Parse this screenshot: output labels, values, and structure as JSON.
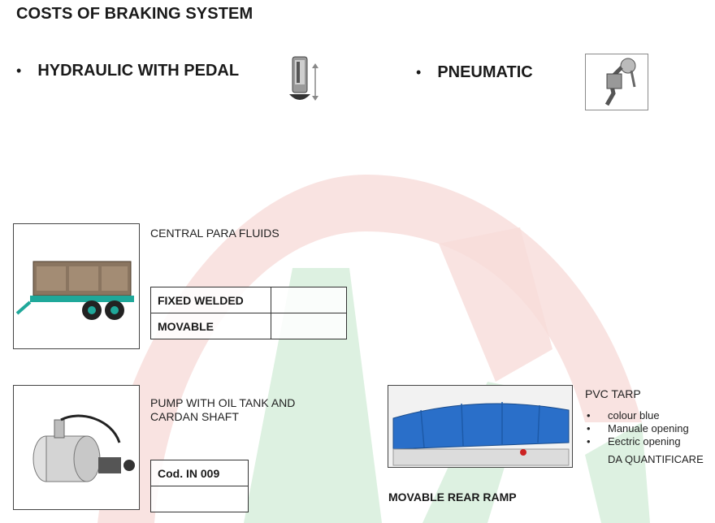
{
  "title": "COSTS OF BRAKING SYSTEM",
  "braking": {
    "hydraulic": "HYDRAULIC WITH PEDAL",
    "pneumatic": "PNEUMATIC",
    "bullet": "•"
  },
  "central": {
    "label": "CENTRAL PARA FLUIDS",
    "rows": [
      "FIXED WELDED",
      "MOVABLE"
    ]
  },
  "pump": {
    "label_line1": "PUMP WITH OIL TANK AND",
    "label_line2": "CARDAN SHAFT",
    "code": "Cod. IN 009"
  },
  "tarp": {
    "label": "PVC TARP",
    "items": [
      "colour blue",
      "Manuale opening",
      "Eectric opening"
    ],
    "note": "DA QUANTIFICARE"
  },
  "ramp": {
    "label": "MOVABLE REAR RAMP"
  },
  "colors": {
    "watermark_red": "#f6d4d2",
    "watermark_green": "#d7eedd",
    "trailer_green": "#1fa89a",
    "tarp_blue": "#2a6fc9"
  }
}
